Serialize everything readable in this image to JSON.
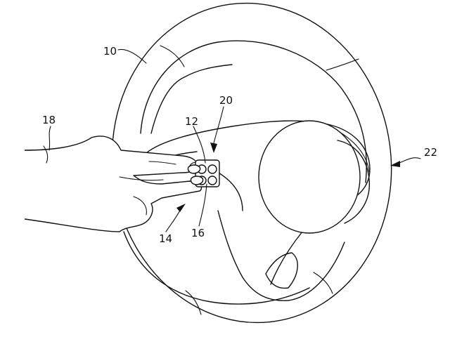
{
  "labels": {
    "rim": "10",
    "button_upper": "12",
    "hand_lower": "14",
    "button_lower": "16",
    "arm": "18",
    "button_unit": "20",
    "wheel": "22"
  }
}
